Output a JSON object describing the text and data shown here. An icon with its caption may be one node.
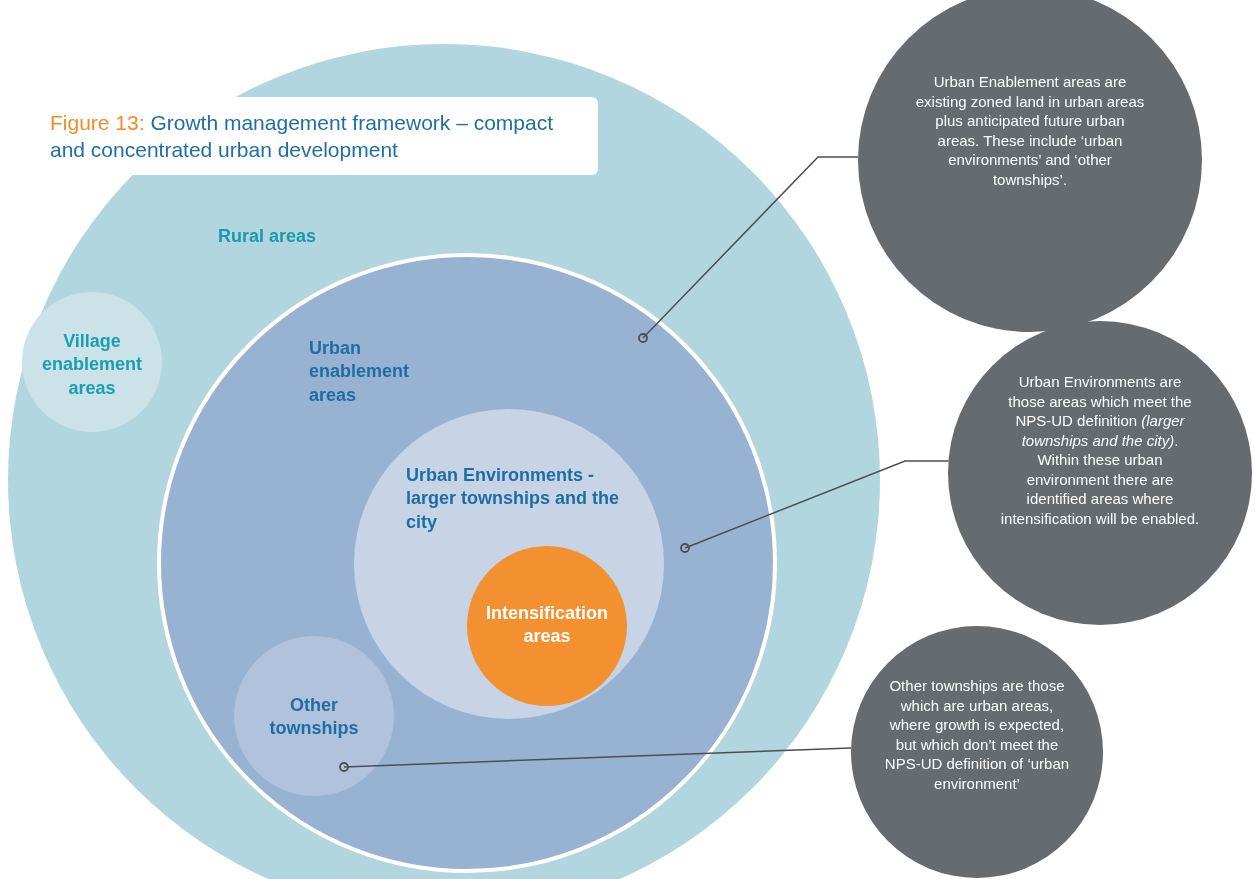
{
  "diagram": {
    "title": "Figure 13: Growth management framework – compact and concentrated urban development",
    "nodes": [
      {
        "text": [
          "Rural areas"
        ]
      },
      {
        "text": [
          "Village enablement areas"
        ],
        "in": 0
      },
      {
        "text": [
          "Urban enablement areas"
        ],
        "in": 0
      },
      {
        "text": [
          "Urban Environments - larger townships and the city"
        ],
        "in": 2
      },
      {
        "text": [
          "Intensification areas"
        ],
        "in": 3
      },
      {
        "text": [
          "Other townships"
        ],
        "in": 2
      },
      {
        "text": [
          "Urban Enablement areas are existing zoned land in urban areas plus anticipated future urban areas. These include ‘urban environments’ and ‘other townships’."
        ]
      },
      {
        "text": [
          "Urban Environments are those areas which meet the NPS-UD definition *(larger townships and the city)*. Within these urban environment there are identified areas where intensification will be enabled."
        ]
      },
      {
        "text": [
          "Other townships are those which are urban areas, where growth is expected, but which don’t meet the NPS-UD definition of ‘urban environment’"
        ]
      }
    ],
    "edges": [
      {
        "from": 6,
        "to": 2,
        "arrow": "other"
      },
      {
        "from": 7,
        "to": 2,
        "arrow": "other"
      },
      {
        "from": 8,
        "to": 5,
        "arrow": "other"
      }
    ]
  }
}
